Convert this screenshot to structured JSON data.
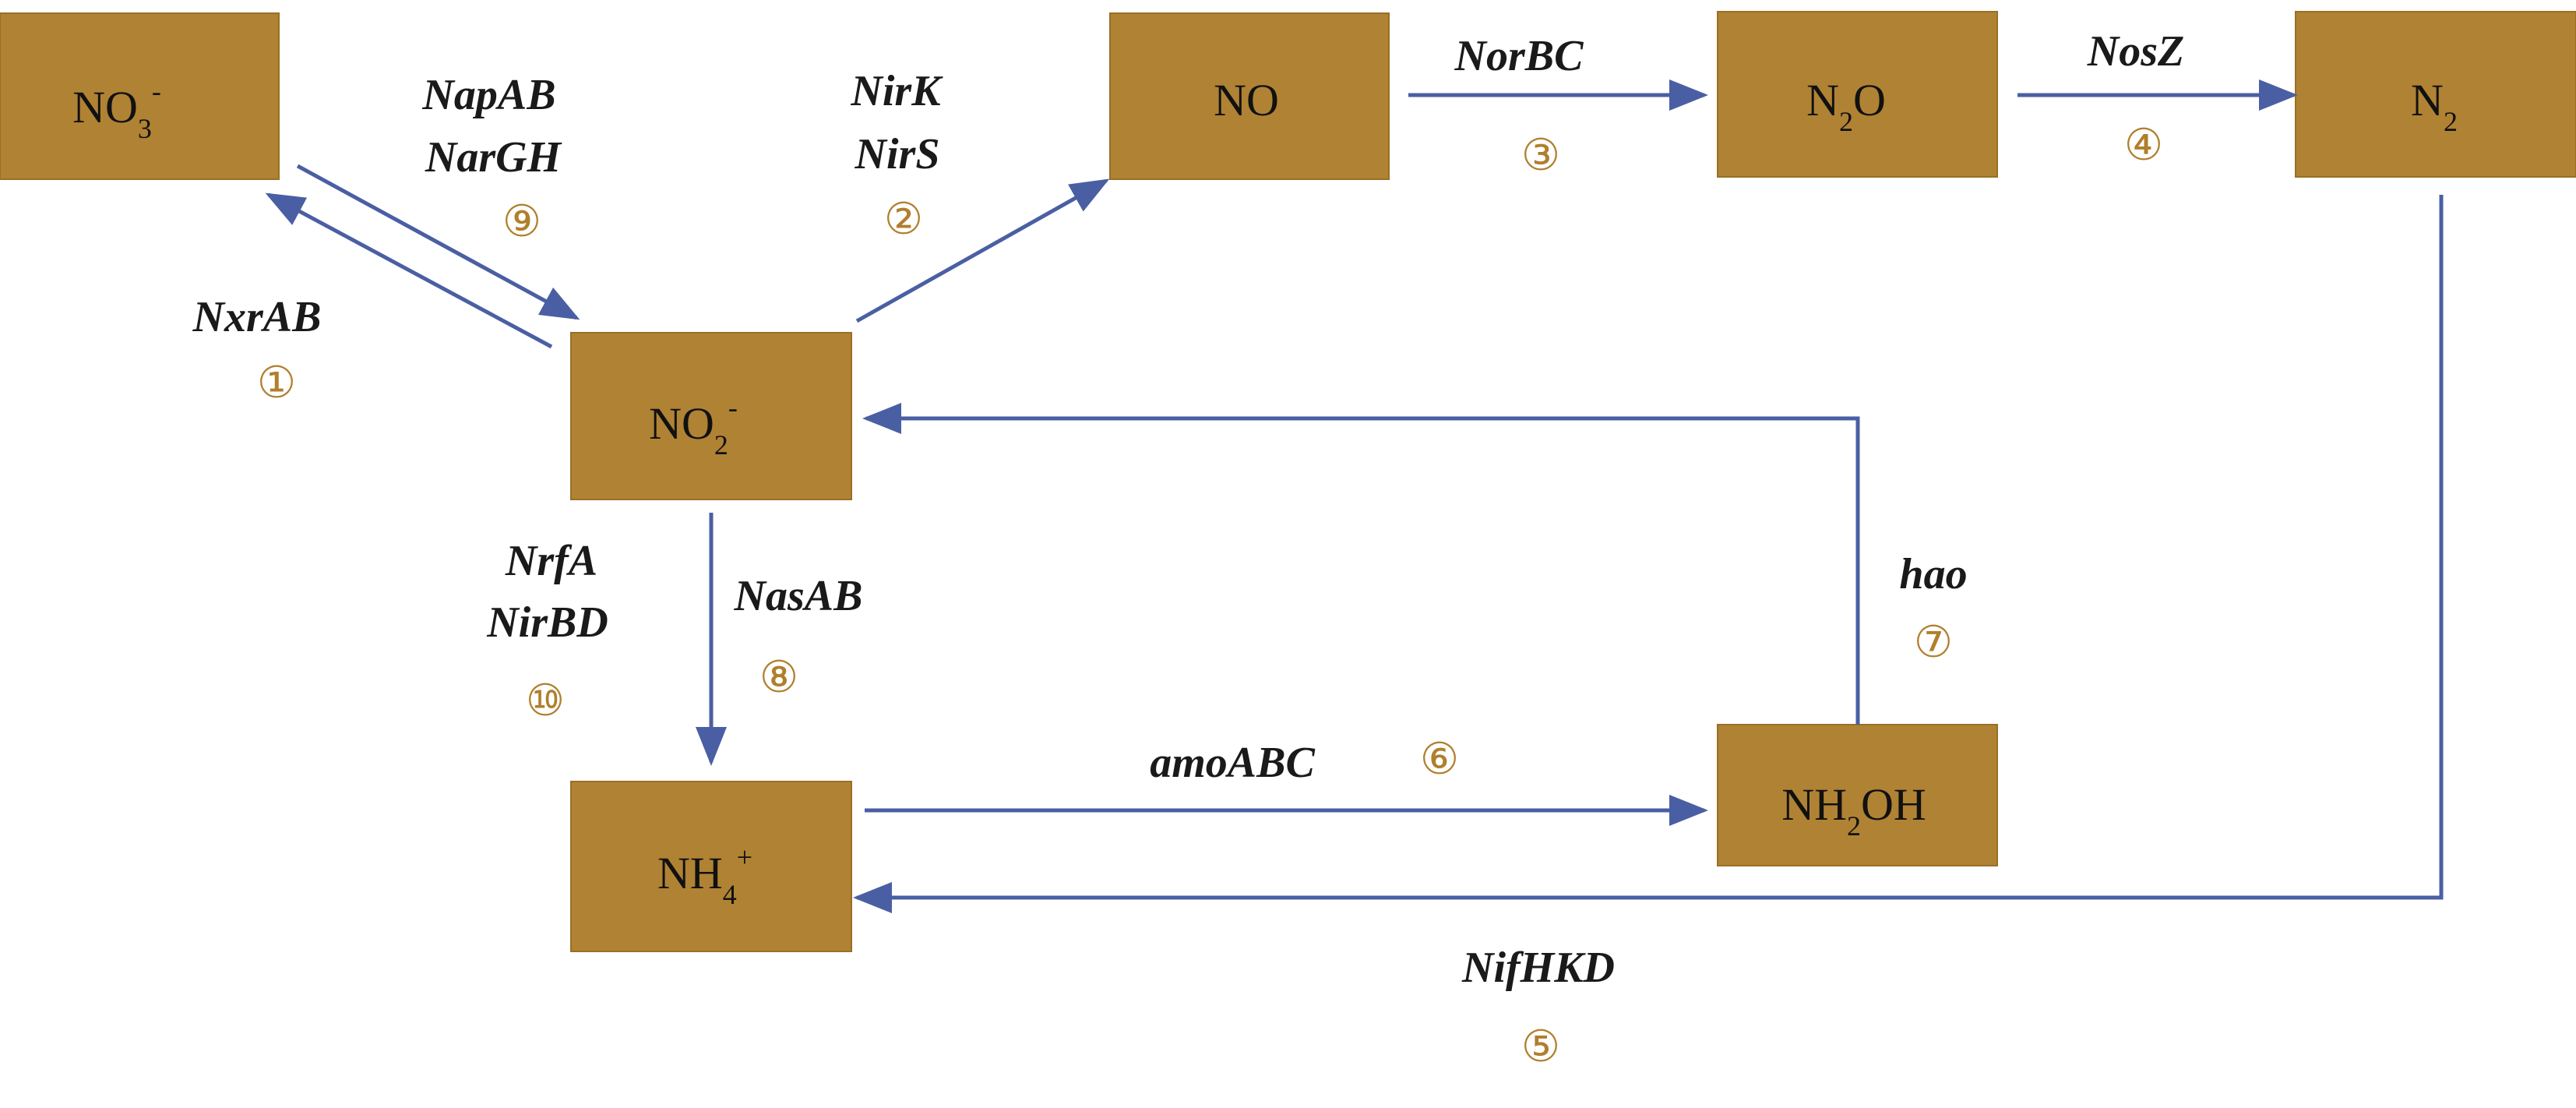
{
  "colors": {
    "box_fill": "#b08234",
    "box_stroke": "#9a6f25",
    "arrow": "#4a5fa3",
    "step_number": "#b07f2c",
    "enzyme_text": "#1a1a1a"
  },
  "nodes": {
    "no3": {
      "base": "NO",
      "sub": "3",
      "sup": "-"
    },
    "no2": {
      "base": "NO",
      "sub": "2",
      "sup": "-"
    },
    "no": {
      "base": "NO",
      "sub": "",
      "sup": ""
    },
    "n2o": {
      "base": "N",
      "sub": "2",
      "after": "O"
    },
    "n2": {
      "base": "N",
      "sub": "2",
      "sup": ""
    },
    "nh4": {
      "base": "NH",
      "sub": "4",
      "sup": "+"
    },
    "nh2oh": {
      "base": "NH",
      "sub": "2",
      "after": "OH"
    }
  },
  "reactions": {
    "r1": {
      "enzymes": [
        "NxrAB"
      ],
      "step": "①"
    },
    "r2": {
      "enzymes": [
        "NirK",
        "NirS"
      ],
      "step": "②"
    },
    "r3": {
      "enzymes": [
        "NorBC"
      ],
      "step": "③"
    },
    "r4": {
      "enzymes": [
        "NosZ"
      ],
      "step": "④"
    },
    "r5": {
      "enzymes": [
        "NifHKD"
      ],
      "step": "⑤"
    },
    "r6": {
      "enzymes": [
        "amoABC"
      ],
      "step": "⑥"
    },
    "r7": {
      "enzymes": [
        "hao"
      ],
      "step": "⑦"
    },
    "r8": {
      "enzymes": [
        "NasAB"
      ],
      "step": "⑧"
    },
    "r9": {
      "enzymes": [
        "NapAB",
        "NarGH"
      ],
      "step": "⑨"
    },
    "r10": {
      "enzymes": [
        "NrfA",
        "NirBD"
      ],
      "step": "⑩"
    }
  }
}
